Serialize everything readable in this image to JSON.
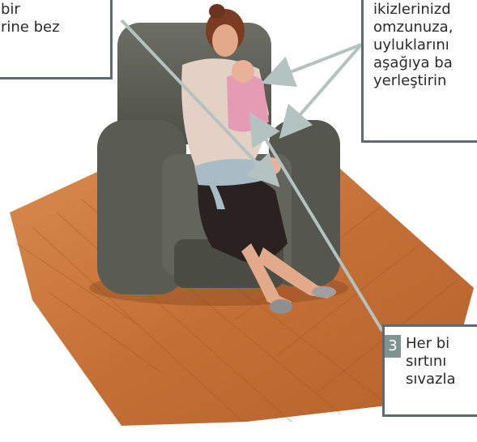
{
  "callouts": {
    "left": {
      "lines": [
        "bir",
        "rine bez"
      ]
    },
    "right": {
      "lines": [
        "ikizlerinizd",
        "omzunuza,",
        "uyluklarını",
        "aşağıya ba",
        "yerleştirin"
      ]
    },
    "bottom": {
      "step_number": "3",
      "lines": [
        "Her bi",
        "sırtını",
        "sıvazla"
      ]
    }
  },
  "colors": {
    "box_border": "#5e6a6f",
    "pointer_arrow": "#b4c3c0",
    "floor_wood": "#c9773f",
    "armchair": "#5d5f56",
    "badge": "#7f9491"
  }
}
